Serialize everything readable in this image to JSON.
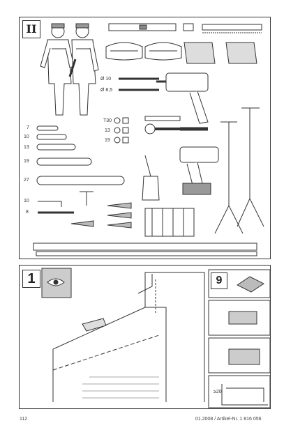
{
  "panel_tools": {
    "step": "II",
    "drill_labels": [
      "Ø 10",
      "Ø 8,5"
    ],
    "bit_labels": [
      "T30",
      "13",
      "19"
    ],
    "wrench_labels": [
      "7",
      "10",
      "13",
      "19",
      "27"
    ],
    "hex_labels": [
      "10",
      "8"
    ]
  },
  "panel_install": {
    "step": "1",
    "sub_step": "9",
    "dimension": "≥20"
  },
  "footer": {
    "page_number": "112",
    "doc_ref": "01.2008 / Artikel-Nr. 1 816 056"
  }
}
